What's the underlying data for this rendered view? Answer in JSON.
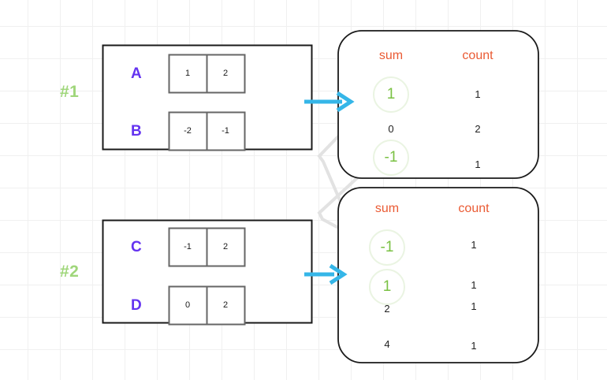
{
  "groups": [
    {
      "id": "g1",
      "label": "#1"
    },
    {
      "id": "g2",
      "label": "#2"
    }
  ],
  "input_boxes": [
    {
      "group": "#1",
      "rows": [
        {
          "name": "A",
          "cells": [
            "1",
            "2"
          ]
        },
        {
          "name": "B",
          "cells": [
            "-2",
            "-1"
          ]
        }
      ]
    },
    {
      "group": "#2",
      "rows": [
        {
          "name": "C",
          "cells": [
            "-1",
            "2"
          ]
        },
        {
          "name": "D",
          "cells": [
            "0",
            "2"
          ]
        }
      ]
    }
  ],
  "tables": [
    {
      "id": "table-top",
      "headers": {
        "sum": "sum",
        "count": "count"
      },
      "rows": [
        {
          "sum": "1",
          "count": "1",
          "highlight": true
        },
        {
          "sum": "0",
          "count": "2",
          "highlight": false
        },
        {
          "sum": "-1",
          "count": "1",
          "highlight": true
        }
      ]
    },
    {
      "id": "table-bottom",
      "headers": {
        "sum": "sum",
        "count": "count"
      },
      "rows": [
        {
          "sum": "-1",
          "count": "1",
          "highlight": true
        },
        {
          "sum": "1",
          "count": "1",
          "highlight": true
        },
        {
          "sum": "2",
          "count": "1",
          "highlight": false
        },
        {
          "sum": "4",
          "count": "1",
          "highlight": false
        }
      ]
    }
  ],
  "colors": {
    "group_label": "#9fd67a",
    "row_label": "#6433f0",
    "table_header": "#ea5a33",
    "highlight": "#7ac143",
    "arrow": "#35b6e8",
    "box_border": "#1a1a1a",
    "cell_border": "#666666",
    "grid": "#f0f0f0",
    "link_line": "#e2e2e2"
  },
  "icons": {
    "arrow_right": "arrow-right-icon",
    "highlight_circle": "circle-highlight-icon"
  }
}
